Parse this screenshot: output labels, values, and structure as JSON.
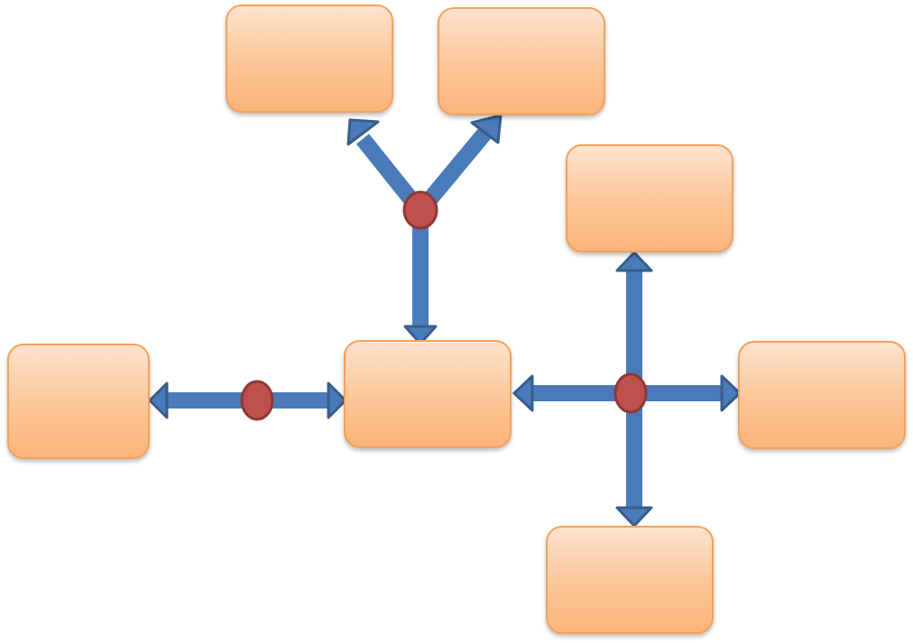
{
  "colors": {
    "node_border": "#f4a15c",
    "node_fill_top": "#fde3cf",
    "node_fill_bottom": "#fbb47a",
    "arrow_fill": "#4a7ab9",
    "arrow_stroke": "#385d8a",
    "junction_fill": "#c0504d",
    "junction_stroke": "#8c3836"
  },
  "nodes": {
    "top_left": {
      "label": ""
    },
    "top_right": {
      "label": ""
    },
    "upper_right": {
      "label": ""
    },
    "left": {
      "label": ""
    },
    "center": {
      "label": ""
    },
    "right": {
      "label": ""
    },
    "bottom": {
      "label": ""
    }
  },
  "connectors": [
    {
      "name": "y-split",
      "from": "center",
      "to": [
        "top_left",
        "top_right"
      ],
      "shape": "y-arrow"
    },
    {
      "name": "left-link",
      "from": "left",
      "to": [
        "center"
      ],
      "shape": "double-arrow"
    },
    {
      "name": "cross",
      "from": "center",
      "to": [
        "upper_right",
        "right",
        "bottom"
      ],
      "shape": "quad-arrow"
    }
  ]
}
